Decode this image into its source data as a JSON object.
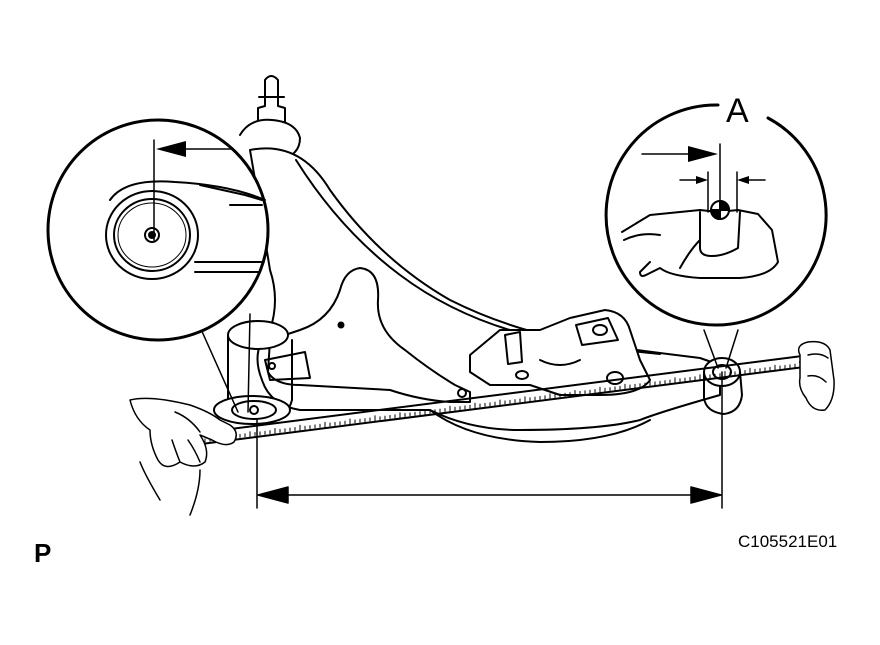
{
  "labels": {
    "detail_marker": "A",
    "view_code": "P",
    "figure_code": "C105521E01"
  },
  "colors": {
    "ink": "#000000",
    "paper": "#ffffff"
  }
}
